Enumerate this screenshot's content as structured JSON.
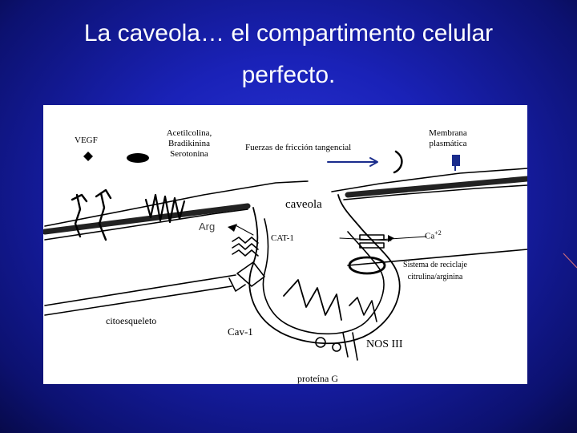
{
  "slide": {
    "title_line1": "La caveola… el compartimento celular",
    "title_line2": "perfecto."
  },
  "diagram": {
    "labels": {
      "vegf": "VEGF",
      "agonists_1": "Acetilcolina,",
      "agonists_2": "Bradikinina",
      "agonists_3": "Serotonina",
      "shear": "Fuerzas de fricción tangencial",
      "membrane_1": "Membrana",
      "membrane_2": "plasmática",
      "caveola": "caveola",
      "arg": "Arg",
      "cat1": "CAT-1",
      "calcium": "Ca",
      "calcium_sup": "+2",
      "recycling_1": "Sistema de reciclaje",
      "recycling_2": "citrulina/arginina",
      "cytoskeleton": "citoesqueleto",
      "cav1": "Cav-1",
      "nos": "NOS III",
      "gprotein": "proteína G"
    }
  }
}
